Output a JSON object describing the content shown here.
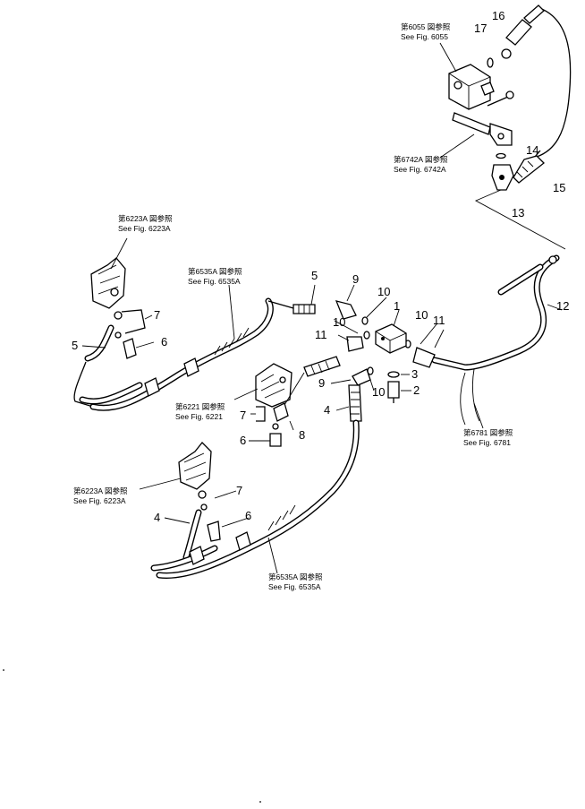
{
  "part_numbers": {
    "p1": "1",
    "p2": "2",
    "p3": "3",
    "p4a": "4",
    "p4b": "4",
    "p5a": "5",
    "p5b": "5",
    "p6a": "6",
    "p6b": "6",
    "p6c": "6",
    "p7a": "7",
    "p7b": "7",
    "p7c": "7",
    "p8": "8",
    "p9a": "9",
    "p9b": "9",
    "p10a": "10",
    "p10b": "10",
    "p10c": "10",
    "p10d": "10",
    "p11a": "11",
    "p11b": "11",
    "p12": "12",
    "p13": "13",
    "p14": "14",
    "p15": "15",
    "p16": "16",
    "p17": "17"
  },
  "references": {
    "fig6055": {
      "jp": "第6055 図参照",
      "en": "See Fig. 6055"
    },
    "fig6742A": {
      "jp": "第6742A 図参照",
      "en": "See Fig. 6742A"
    },
    "fig6223A_top": {
      "jp": "第6223A 図参照",
      "en": "See Fig. 6223A"
    },
    "fig6535A_top": {
      "jp": "第6535A 図参照",
      "en": "See Fig. 6535A"
    },
    "fig6221": {
      "jp": "第6221 図参照",
      "en": "See Fig. 6221"
    },
    "fig6781": {
      "jp": "第6781 図参照",
      "en": "See Fig. 6781"
    },
    "fig6223A_bottom": {
      "jp": "第6223A 図参照",
      "en": "See Fig. 6223A"
    },
    "fig6535A_bottom": {
      "jp": "第6535A 図参照",
      "en": "See Fig. 6535A"
    }
  }
}
